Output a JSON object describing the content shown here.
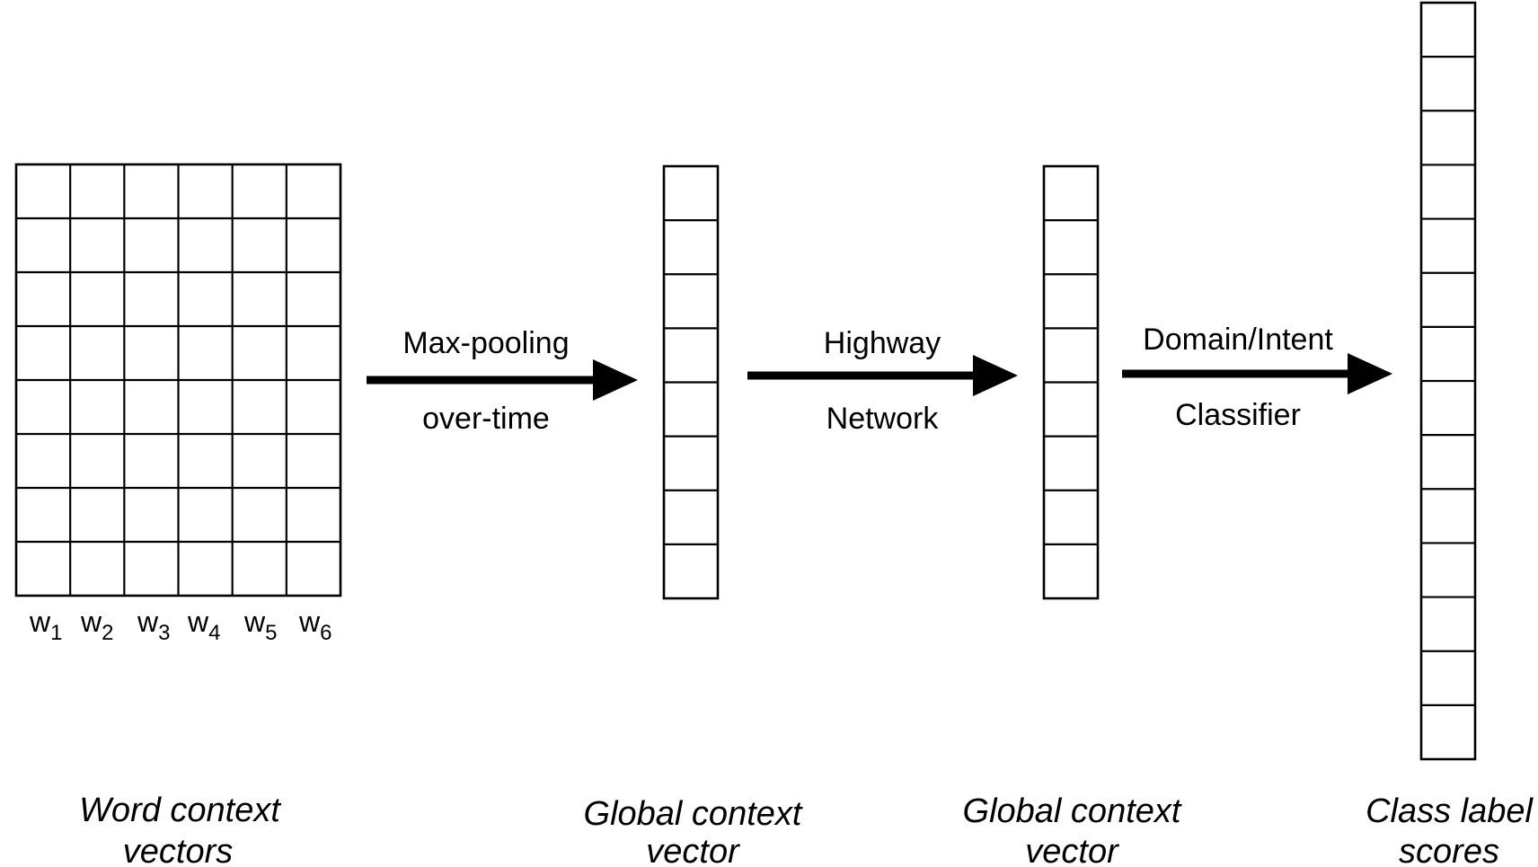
{
  "word_matrix": {
    "columns": 6,
    "rows": 8,
    "word_labels": [
      {
        "base": "w",
        "sub": "1"
      },
      {
        "base": "w",
        "sub": "2"
      },
      {
        "base": "w",
        "sub": "3"
      },
      {
        "base": "w",
        "sub": "4"
      },
      {
        "base": "w",
        "sub": "5"
      },
      {
        "base": "w",
        "sub": "6"
      }
    ],
    "caption": [
      "Word context",
      "vectors"
    ]
  },
  "pooled_vector": {
    "cells": 8,
    "caption": [
      "Global context",
      "vector"
    ]
  },
  "highway_vector": {
    "cells": 8,
    "caption": [
      "Global context",
      "vector"
    ]
  },
  "class_scores": {
    "cells": 14,
    "caption": [
      "Class label",
      "scores"
    ]
  },
  "arrows": [
    {
      "label": [
        "Max-pooling",
        "over-time"
      ]
    },
    {
      "label": [
        "Highway",
        "Network"
      ]
    },
    {
      "label": [
        "Domain/Intent",
        "Classifier"
      ]
    }
  ],
  "colors": {
    "ink": "#000000",
    "background": "#ffffff"
  }
}
